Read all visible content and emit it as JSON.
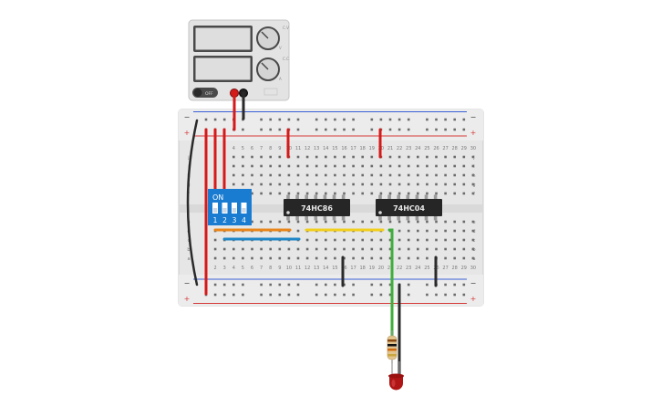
{
  "power_supply": {
    "label_volt": "V",
    "label_amp": "A",
    "label_c1": "C.V",
    "label_c2": "C.C",
    "switch_label": "OFF",
    "colors": {
      "case": "#e3e3e3",
      "lcd": "#dedede",
      "pos": "#d11a1a",
      "neg": "#222222"
    }
  },
  "breadboard": {
    "row_letters_top": [
      "j",
      "i",
      "h",
      "g",
      "f"
    ],
    "row_letters_bottom": [
      "e",
      "d",
      "c",
      "b",
      "a"
    ],
    "column_numbers": [
      "1",
      "2",
      "3",
      "4",
      "5",
      "6",
      "7",
      "8",
      "9",
      "10",
      "11",
      "12",
      "13",
      "14",
      "15",
      "16",
      "17",
      "18",
      "19",
      "20",
      "21",
      "22",
      "23",
      "24",
      "25",
      "26",
      "27",
      "28",
      "29",
      "30"
    ],
    "rail_plus": "+",
    "rail_minus": "−",
    "colors": {
      "body": "#e6e6e6",
      "hole": "#6b6b6b",
      "rail_red": "#d63a3a",
      "rail_blue": "#3a5fd6"
    }
  },
  "dip_switch": {
    "on_label": "ON",
    "positions": [
      "1",
      "2",
      "3",
      "4"
    ],
    "color": "#1a7cd1"
  },
  "chips": [
    {
      "label": "74HC86"
    },
    {
      "label": "74HC04"
    }
  ],
  "wires": {
    "colors": {
      "red": "#d61a1a",
      "black": "#2a2a2a",
      "orange": "#e8851b",
      "blue": "#1f86c8",
      "yellow": "#f2cf1d",
      "green": "#3fae3a"
    }
  },
  "led": {
    "color": "#b01515"
  },
  "resistor": {
    "bands": [
      "#8b4a12",
      "#111111",
      "#cf6b10",
      "#c9a640"
    ]
  }
}
